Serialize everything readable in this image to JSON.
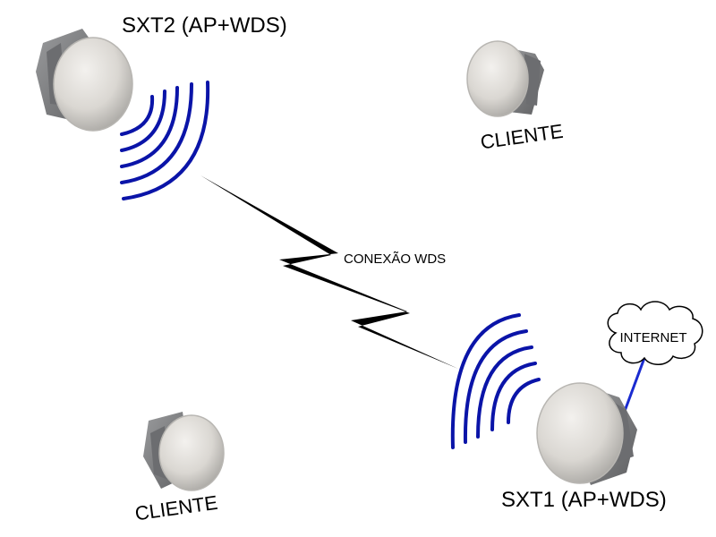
{
  "labels": {
    "sxt2": "SXT2 (AP+WDS)",
    "sxt1": "SXT1 (AP+WDS)",
    "client_top": "CLIENTE",
    "client_bottom": "CLIENTE",
    "link": "CONEXÃO WDS",
    "internet": "INTERNET"
  },
  "colors": {
    "signal": "#0a14a8",
    "link_bolt": "#000000",
    "uplink_line": "#1a2bd0",
    "device_face": "#d9d6d1",
    "device_body": "#7d7e80"
  },
  "icons": {
    "device": "sxt-antenna-icon",
    "cloud": "cloud-icon",
    "signal": "wifi-signal-arcs",
    "link": "lightning-bolt"
  }
}
